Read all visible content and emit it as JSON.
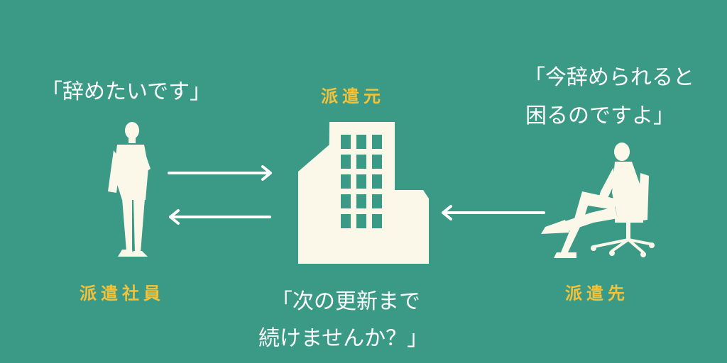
{
  "colors": {
    "background": "#3a9a86",
    "figure": "#fbf8ea",
    "label": "#f2c23a",
    "text": "#ffffff"
  },
  "labels": {
    "worker": "派遣社員",
    "agency": "派遣元",
    "client": "派遣先"
  },
  "speech": {
    "worker": "「辞めたいです」",
    "client_line1": "「今辞められると",
    "client_line2": "困るのですよ」",
    "agency_line1": "「次の更新まで",
    "agency_line2": "続けませんか？」"
  },
  "icons": [
    "standing-man-icon",
    "office-building-icon",
    "seated-man-icon",
    "arrow-right-icon",
    "arrow-left-icon"
  ]
}
